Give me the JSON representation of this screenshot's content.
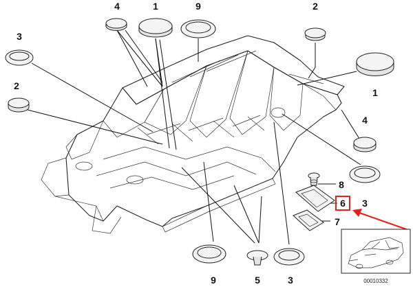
{
  "callouts": [
    {
      "id": "c-4-top",
      "text": "4"
    },
    {
      "id": "c-1-top",
      "text": "1"
    },
    {
      "id": "c-9-top",
      "text": "9"
    },
    {
      "id": "c-2-topright",
      "text": "2"
    },
    {
      "id": "c-3-left",
      "text": "3"
    },
    {
      "id": "c-2-left",
      "text": "2"
    },
    {
      "id": "c-1-right",
      "text": "1"
    },
    {
      "id": "c-4-right",
      "text": "4"
    },
    {
      "id": "c-8",
      "text": "8"
    },
    {
      "id": "c-6",
      "text": "6"
    },
    {
      "id": "c-3-right",
      "text": "3"
    },
    {
      "id": "c-7",
      "text": "7"
    },
    {
      "id": "c-9-bottom",
      "text": "9"
    },
    {
      "id": "c-5-bottom",
      "text": "5"
    },
    {
      "id": "c-3-bottom",
      "text": "3"
    }
  ],
  "reference_number": "00010332",
  "highlight_color": "#e8201c"
}
